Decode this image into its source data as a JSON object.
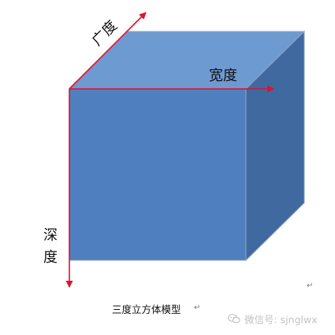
{
  "diagram": {
    "labels": {
      "breadth": "广度",
      "width": "宽度",
      "depth_line1": "深",
      "depth_line2": "度"
    },
    "caption": "三度立方体模型",
    "watermark": "微信号: sjnglwx",
    "colors": {
      "cube_front": "#4f7fbe",
      "cube_top": "#6e9ad2",
      "cube_side": "#3f699f",
      "cube_edge": "#8aa5c8",
      "arrow": "#e0102e"
    }
  }
}
